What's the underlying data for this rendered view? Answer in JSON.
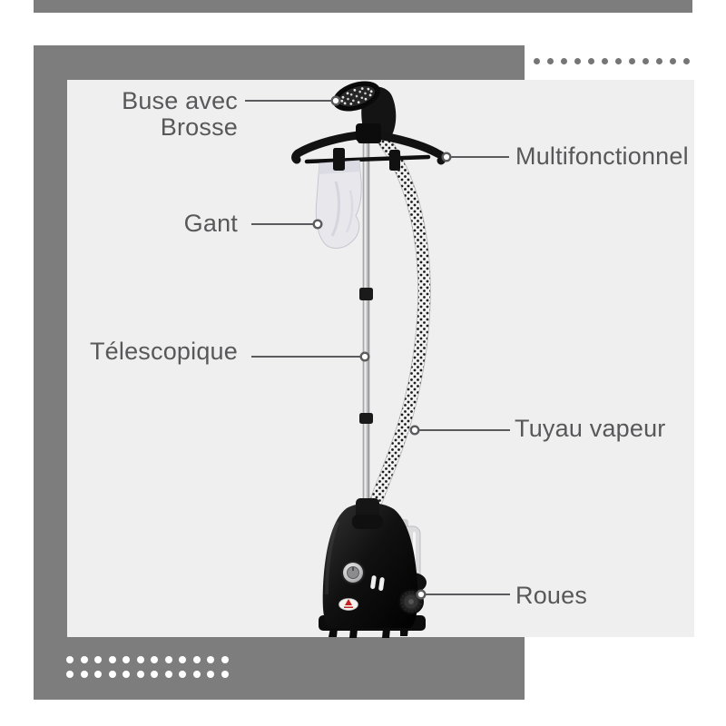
{
  "decor": {
    "accent_gray": "#7d7d7d",
    "card_background": "#efefef",
    "top_dots": {
      "count": 12,
      "color": "#757575"
    },
    "bottom_dots": {
      "rows": 2,
      "cols": 12,
      "color": "#ffffff"
    }
  },
  "annotations": {
    "text_color": "#58585a",
    "line_color": "#5b5b5d",
    "buse_brosse": {
      "line1": "Buse avec",
      "line2": "Brosse"
    },
    "multifonctionnel": {
      "label": "Multifonctionnel"
    },
    "gant": {
      "label": "Gant"
    },
    "telescopique": {
      "label": "Télescopique"
    },
    "tuyau_vapeur": {
      "label": "Tuyau vapeur"
    },
    "roues": {
      "label": "Roues"
    }
  }
}
